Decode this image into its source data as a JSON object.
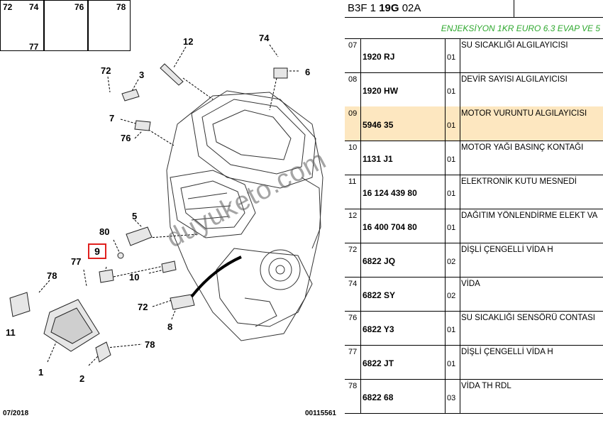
{
  "hardware": [
    {
      "ref": "72",
      "qty": "74"
    },
    {
      "ref": "76"
    },
    {
      "ref": "78"
    }
  ],
  "hardware_extra": {
    "ref": "77"
  },
  "callouts": [
    "12",
    "74",
    "72",
    "3",
    "6",
    "7",
    "76",
    "5",
    "80",
    "9",
    "77",
    "78",
    "10",
    "72",
    "8",
    "11",
    "1",
    "2",
    "78"
  ],
  "highlighted_callout": "9",
  "footer": {
    "date": "07/2018",
    "doc": "00115561"
  },
  "watermark": "duyuketo.com",
  "header": {
    "prefix": "B3F 1 ",
    "bold": "19G",
    "suffix": " 02A"
  },
  "subheader": "ENJEKSİYON 1KR EURO 6.3 EVAP VE 5",
  "rows": [
    {
      "ref": "07",
      "part": "1920 RJ",
      "qty": "01",
      "desc": "SU SICAKLIĞI ALGILAYICISI"
    },
    {
      "ref": "08",
      "part": "1920 HW",
      "qty": "01",
      "desc": "DEVİR SAYISI ALGILAYICISI"
    },
    {
      "ref": "09",
      "part": "5946 35",
      "qty": "01",
      "desc": "MOTOR VURUNTU ALGILAYICISI"
    },
    {
      "ref": "10",
      "part": "1131 J1",
      "qty": "01",
      "desc": "MOTOR YAĞI BASINÇ KONTAĞI"
    },
    {
      "ref": "11",
      "part": "16 124 439 80",
      "qty": "01",
      "desc": "ELEKTRONİK KUTU MESNEDİ"
    },
    {
      "ref": "12",
      "part": "16 400 704 80",
      "qty": "01",
      "desc": "DAĞITIM YÖNLENDİRME ELEKT VA"
    },
    {
      "ref": "72",
      "part": "6822 JQ",
      "qty": "02",
      "desc": "DİŞLİ ÇENGELLİ VİDA H"
    },
    {
      "ref": "74",
      "part": "6822 SY",
      "qty": "02",
      "desc": "VİDA"
    },
    {
      "ref": "76",
      "part": "6822 Y3",
      "qty": "01",
      "desc": "SU SICAKLIĞI SENSÖRÜ CONTASI"
    },
    {
      "ref": "77",
      "part": "6822 JT",
      "qty": "01",
      "desc": "DİŞLİ ÇENGELLİ VİDA H"
    },
    {
      "ref": "78",
      "part": "6822 68",
      "qty": "03",
      "desc": "VİDA TH RDL"
    }
  ],
  "highlighted_row": "09"
}
